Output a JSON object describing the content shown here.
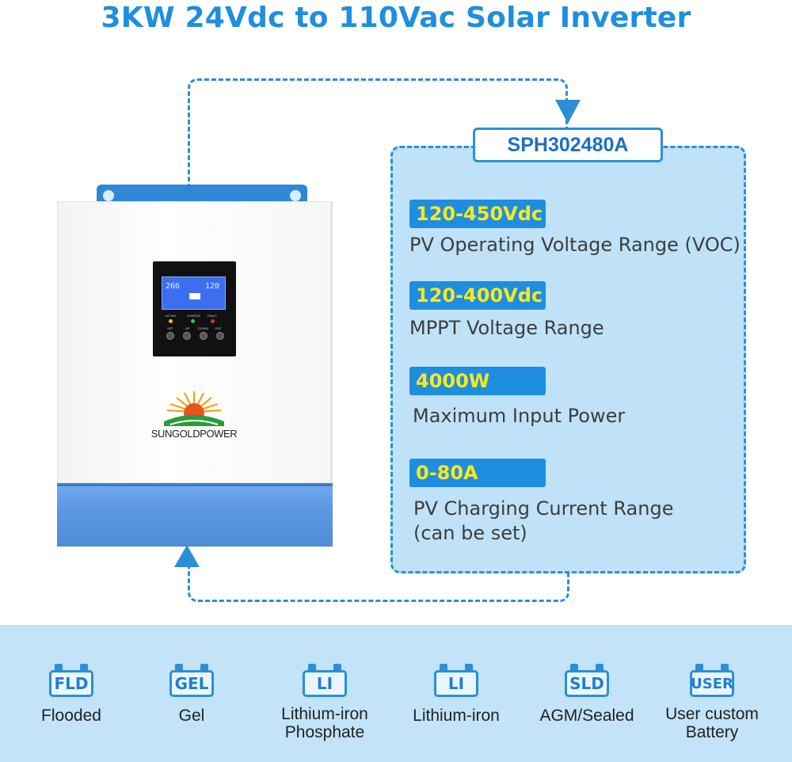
{
  "title": "3KW 24Vdc to 110Vac Solar Inverter",
  "model": "SPH302480A",
  "specs": [
    {
      "value": "120-450Vdc",
      "label": "PV Operating Voltage Range (VOC)"
    },
    {
      "value": "120-400Vdc",
      "label": "MPPT Voltage Range"
    },
    {
      "value": "4000W",
      "label": "Maximum Input Power"
    },
    {
      "value": "0-80A",
      "label": "PV Charging Current Range",
      "label2": "(can be set)"
    }
  ],
  "product": {
    "brand": "SUNGOLDPOWER",
    "lcd_left": "266",
    "lcd_right": "120",
    "leds": [
      "AC/INV",
      "CHARGE",
      "FAULT"
    ],
    "buttons": [
      "SET",
      "UP",
      "DOWN",
      "ENT"
    ]
  },
  "batteries": [
    {
      "code": "FLD",
      "label": "Flooded"
    },
    {
      "code": "GEL",
      "label": "Gel"
    },
    {
      "code": "LI",
      "label": "Lithium-iron",
      "label2": "Phosphate"
    },
    {
      "code": "LI",
      "label": "Lithium-iron"
    },
    {
      "code": "SLD",
      "label": "AGM/Sealed"
    },
    {
      "code": "USER",
      "label": "User custom",
      "label2": "Battery"
    }
  ],
  "colors": {
    "accent": "#1e8ee0",
    "value_text": "#ffe81a",
    "panel_bg": "#bfe2f8"
  }
}
